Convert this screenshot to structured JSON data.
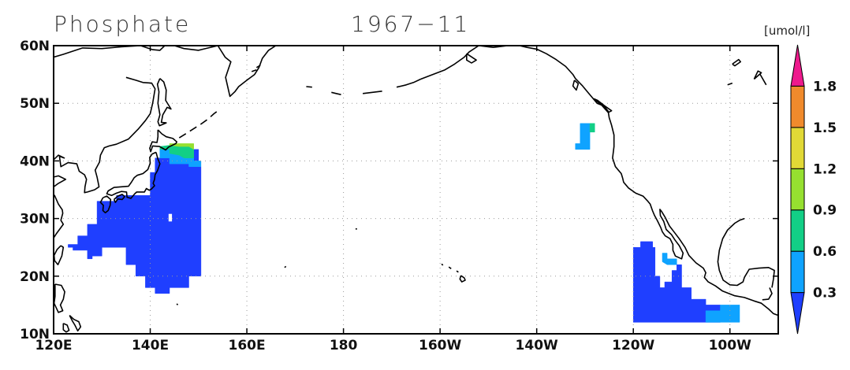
{
  "title": {
    "variable": "Phosphate",
    "date": "1967−11"
  },
  "colorbar": {
    "units": "[umol/l]",
    "labels": [
      "0.3",
      "0.6",
      "0.9",
      "1.2",
      "1.5",
      "1.8"
    ],
    "colors": [
      "#1f3fff",
      "#0fa3ff",
      "#12cf86",
      "#96e030",
      "#e1d936",
      "#f08a2c",
      "#ee1a8d"
    ]
  },
  "map": {
    "lat_range": [
      10,
      60
    ],
    "lon_range_east": [
      120,
      270
    ],
    "lat_ticks": [
      {
        "value": 10,
        "label": "10N"
      },
      {
        "value": 20,
        "label": "20N"
      },
      {
        "value": 30,
        "label": "30N"
      },
      {
        "value": 40,
        "label": "40N"
      },
      {
        "value": 50,
        "label": "50N"
      },
      {
        "value": 60,
        "label": "60N"
      }
    ],
    "lon_ticks": [
      {
        "value": 120,
        "label": "120E"
      },
      {
        "value": 140,
        "label": "140E"
      },
      {
        "value": 160,
        "label": "160E"
      },
      {
        "value": 180,
        "label": "180"
      },
      {
        "value": 200,
        "label": "160W"
      },
      {
        "value": 220,
        "label": "140W"
      },
      {
        "value": 240,
        "label": "120W"
      },
      {
        "value": 260,
        "label": "100W"
      }
    ],
    "fields": [
      {
        "level": 0,
        "polygon": [
          [
            123,
            25.5
          ],
          [
            125,
            25.5
          ],
          [
            125,
            27
          ],
          [
            127,
            27
          ],
          [
            127,
            29
          ],
          [
            129,
            29
          ],
          [
            129,
            33
          ],
          [
            133,
            33
          ],
          [
            133,
            34
          ],
          [
            140,
            34
          ],
          [
            140,
            38
          ],
          [
            141,
            38
          ],
          [
            141,
            40.5
          ],
          [
            142,
            40.5
          ],
          [
            142,
            42
          ],
          [
            150,
            42
          ],
          [
            150,
            39
          ],
          [
            150.5,
            39
          ],
          [
            150.5,
            20
          ],
          [
            148,
            20
          ],
          [
            148,
            18
          ],
          [
            144,
            18
          ],
          [
            144,
            17
          ],
          [
            141,
            17
          ],
          [
            141,
            18
          ],
          [
            139,
            18
          ],
          [
            139,
            20
          ],
          [
            137,
            20
          ],
          [
            137,
            22
          ],
          [
            135,
            22
          ],
          [
            135,
            25
          ],
          [
            130,
            25
          ],
          [
            130,
            23.5
          ],
          [
            128,
            23.5
          ],
          [
            128,
            23
          ],
          [
            127,
            23
          ],
          [
            127,
            24.5
          ],
          [
            124,
            24.5
          ],
          [
            124,
            25
          ],
          [
            123,
            25
          ]
        ]
      },
      {
        "level": 1,
        "polygon": [
          [
            142,
            40.5
          ],
          [
            144,
            40.5
          ],
          [
            144,
            39.5
          ],
          [
            148,
            39.5
          ],
          [
            148,
            39
          ],
          [
            150.5,
            39
          ],
          [
            150.5,
            40
          ],
          [
            149,
            40
          ],
          [
            149,
            40.5
          ],
          [
            147,
            40.5
          ],
          [
            147,
            42
          ],
          [
            142,
            42
          ]
        ]
      },
      {
        "level": 2,
        "polygon": [
          [
            142,
            42
          ],
          [
            144,
            42
          ],
          [
            144,
            41.3
          ],
          [
            146,
            41
          ],
          [
            147,
            40.5
          ],
          [
            149,
            40.5
          ],
          [
            149,
            42
          ],
          [
            148,
            42.5
          ],
          [
            146,
            42.5
          ],
          [
            144,
            42.7
          ],
          [
            142,
            42.5
          ]
        ]
      },
      {
        "level": 3,
        "polygon": [
          [
            144,
            42.7
          ],
          [
            146,
            42.5
          ],
          [
            148,
            42.5
          ],
          [
            149,
            42
          ],
          [
            149,
            43
          ],
          [
            144,
            43
          ]
        ]
      },
      {
        "level": 1,
        "polygon": [
          [
            228,
            43
          ],
          [
            229,
            43
          ],
          [
            229,
            46.5
          ],
          [
            232,
            46.5
          ],
          [
            232,
            45
          ],
          [
            231,
            45
          ],
          [
            231,
            42
          ],
          [
            228,
            42
          ]
        ]
      },
      {
        "level": 2,
        "polygon": [
          [
            231,
            46.5
          ],
          [
            232,
            46.5
          ],
          [
            232,
            45
          ],
          [
            231,
            45
          ]
        ]
      },
      {
        "level": 0,
        "polygon": [
          [
            240,
            12
          ],
          [
            240,
            25
          ],
          [
            241.5,
            25
          ],
          [
            241.5,
            26
          ],
          [
            244,
            26
          ],
          [
            244,
            25
          ],
          [
            244.5,
            25
          ],
          [
            244.5,
            20
          ],
          [
            245.5,
            20
          ],
          [
            245.5,
            18
          ],
          [
            246.5,
            18
          ],
          [
            246.5,
            19
          ],
          [
            248,
            19
          ],
          [
            248,
            21
          ],
          [
            249,
            21
          ],
          [
            249,
            22
          ],
          [
            250,
            22
          ],
          [
            250,
            18
          ],
          [
            252,
            18
          ],
          [
            252,
            16
          ],
          [
            255,
            16
          ],
          [
            255,
            15
          ],
          [
            258,
            15
          ],
          [
            258,
            12
          ]
        ]
      },
      {
        "level": 1,
        "polygon": [
          [
            246,
            22.5
          ],
          [
            246,
            24
          ],
          [
            247,
            24
          ],
          [
            247,
            23
          ],
          [
            249,
            23
          ],
          [
            249,
            22
          ],
          [
            247,
            22
          ]
        ]
      },
      {
        "level": 1,
        "polygon": [
          [
            255,
            12
          ],
          [
            255,
            14
          ],
          [
            258,
            14
          ],
          [
            258,
            15
          ],
          [
            262,
            15
          ],
          [
            262,
            12
          ]
        ]
      }
    ],
    "islands": [
      {
        "polygon": [
          [
            143.8,
            29.5
          ],
          [
            144.5,
            29.5
          ],
          [
            144.5,
            30.8
          ],
          [
            143.8,
            30.8
          ]
        ]
      }
    ]
  }
}
